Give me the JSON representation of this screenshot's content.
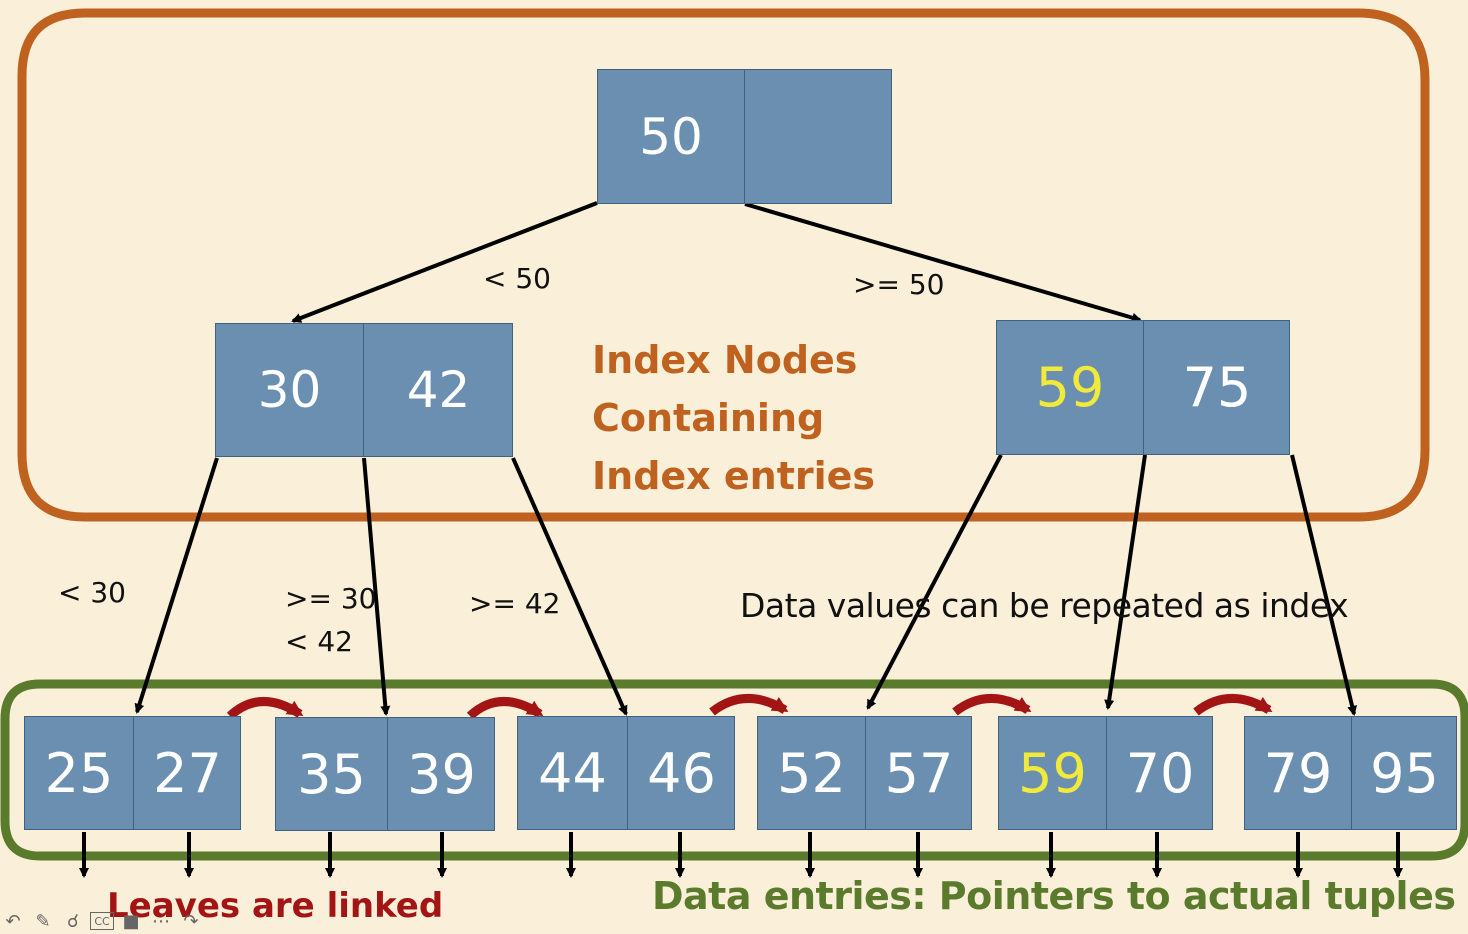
{
  "root": {
    "keys": [
      "50",
      ""
    ]
  },
  "index_left": {
    "keys": [
      "30",
      "42"
    ]
  },
  "index_right": {
    "keys": [
      "59",
      "75"
    ],
    "highlight_color": "#f2ea3a"
  },
  "leaves": [
    {
      "keys": [
        "25",
        "27"
      ]
    },
    {
      "keys": [
        "35",
        "39"
      ]
    },
    {
      "keys": [
        "44",
        "46"
      ]
    },
    {
      "keys": [
        "52",
        "57"
      ]
    },
    {
      "keys": [
        "59",
        "70"
      ]
    },
    {
      "keys": [
        "79",
        "95"
      ]
    }
  ],
  "edge_labels": {
    "lt50": "< 50",
    "ge50": ">= 50",
    "lt30": "< 30",
    "ge30": ">= 30",
    "lt42": "< 42",
    "ge42": ">= 42"
  },
  "annotations": {
    "index_nodes": [
      "Index Nodes",
      "Containing",
      "Index entries"
    ],
    "repeated": "Data values can be repeated as index",
    "leaves_linked": "Leaves are linked",
    "data_entries": "Data entries: Pointers to actual tuples"
  },
  "toolbar": {
    "back_icon": "back-icon",
    "pen_icon": "pen-icon",
    "zoom_icon": "zoom-icon",
    "cc_label": "CC",
    "video_icon": "video-icon",
    "more_icon": "more-icon",
    "forward_icon": "forward-icon"
  },
  "colors": {
    "background": "#faefd8",
    "node_fill": "#6b8fb1",
    "index_frame": "#c0621f",
    "leaf_frame": "#5a7a2c",
    "link_arrow": "#a31515",
    "highlight": "#f2ea3a"
  }
}
